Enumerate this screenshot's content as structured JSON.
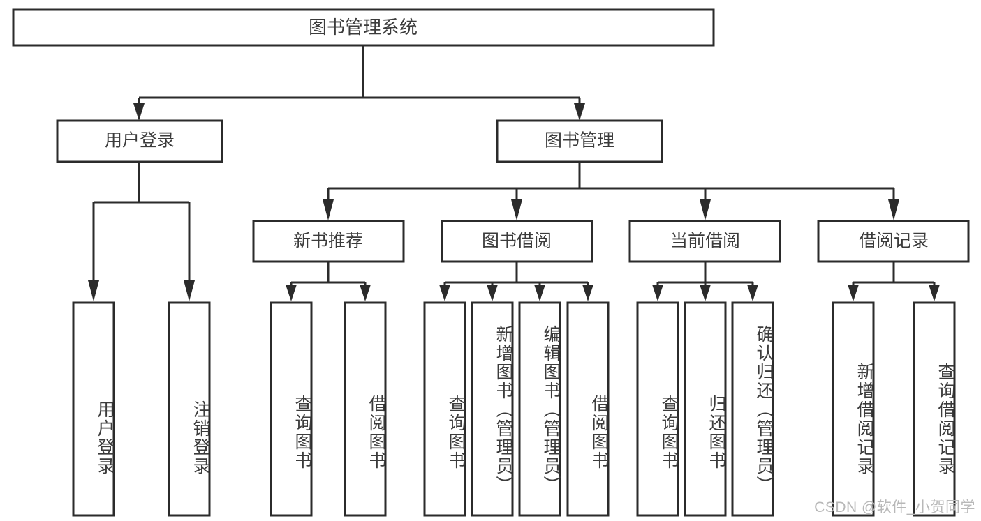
{
  "diagram": {
    "type": "tree-hierarchy",
    "title": "图书管理系统",
    "root": {
      "id": "root",
      "label": "图书管理系统",
      "level": 0
    },
    "level2": [
      {
        "id": "user-login",
        "label": "用户登录"
      },
      {
        "id": "book-manage",
        "label": "图书管理"
      }
    ],
    "level3": [
      {
        "id": "new-book-recommend",
        "label": "新书推荐",
        "parent": "book-manage"
      },
      {
        "id": "book-borrow",
        "label": "图书借阅",
        "parent": "book-manage"
      },
      {
        "id": "current-borrow",
        "label": "当前借阅",
        "parent": "book-manage"
      },
      {
        "id": "borrow-record",
        "label": "借阅记录",
        "parent": "book-manage"
      }
    ],
    "leaves": [
      {
        "id": "leaf-user-login",
        "label": "用户登录",
        "parent": "user-login"
      },
      {
        "id": "leaf-logout-login",
        "label": "注销登录",
        "parent": "user-login"
      },
      {
        "id": "leaf-query-book-1",
        "label": "查询图书",
        "parent": "new-book-recommend"
      },
      {
        "id": "leaf-borrow-book-1",
        "label": "借阅图书",
        "parent": "new-book-recommend"
      },
      {
        "id": "leaf-query-book-2",
        "label": "查询图书",
        "parent": "book-borrow"
      },
      {
        "id": "leaf-add-book",
        "label": "新增图书（管理员）",
        "parent": "book-borrow"
      },
      {
        "id": "leaf-edit-book",
        "label": "编辑图书（管理员）",
        "parent": "book-borrow"
      },
      {
        "id": "leaf-borrow-book-2",
        "label": "借阅图书",
        "parent": "book-borrow"
      },
      {
        "id": "leaf-query-book-3",
        "label": "查询图书",
        "parent": "current-borrow"
      },
      {
        "id": "leaf-return-book",
        "label": "归还图书",
        "parent": "current-borrow"
      },
      {
        "id": "leaf-confirm-return",
        "label": "确认归还（管理员）",
        "parent": "current-borrow"
      },
      {
        "id": "leaf-add-record",
        "label": "新增借阅记录",
        "parent": "borrow-record"
      },
      {
        "id": "leaf-query-record",
        "label": "查询借阅记录",
        "parent": "borrow-record"
      }
    ],
    "colors": {
      "box_stroke": "#2b2b2b",
      "box_fill": "#ffffff",
      "text": "#3b3b3b",
      "background": "#ffffff",
      "watermark": "#b8b8b8"
    }
  },
  "watermark": {
    "text": "CSDN @软件_小贺同学"
  }
}
